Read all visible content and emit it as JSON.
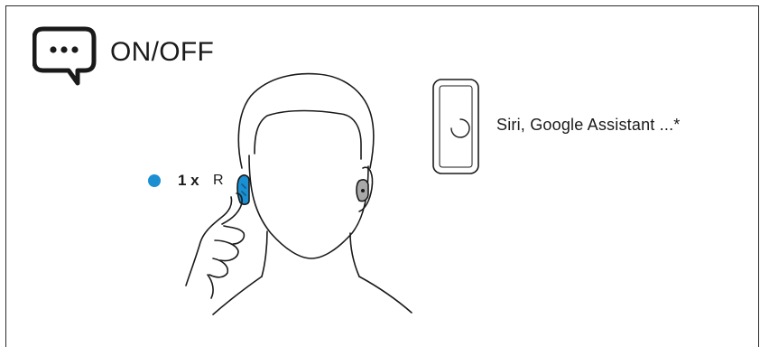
{
  "header": {
    "icon": "speech-bubble-icon",
    "title": "ON/OFF"
  },
  "instruction": {
    "count": "1 x",
    "side": "R",
    "indicator_color": "#1b8fd1"
  },
  "phone": {
    "icon": "loading-spinner-icon",
    "label": "Siri, Google Assistant ...*"
  },
  "colors": {
    "accent": "#1b8fd1",
    "line": "#1a1a1a",
    "earbud_grey": "#a9a9a9"
  }
}
